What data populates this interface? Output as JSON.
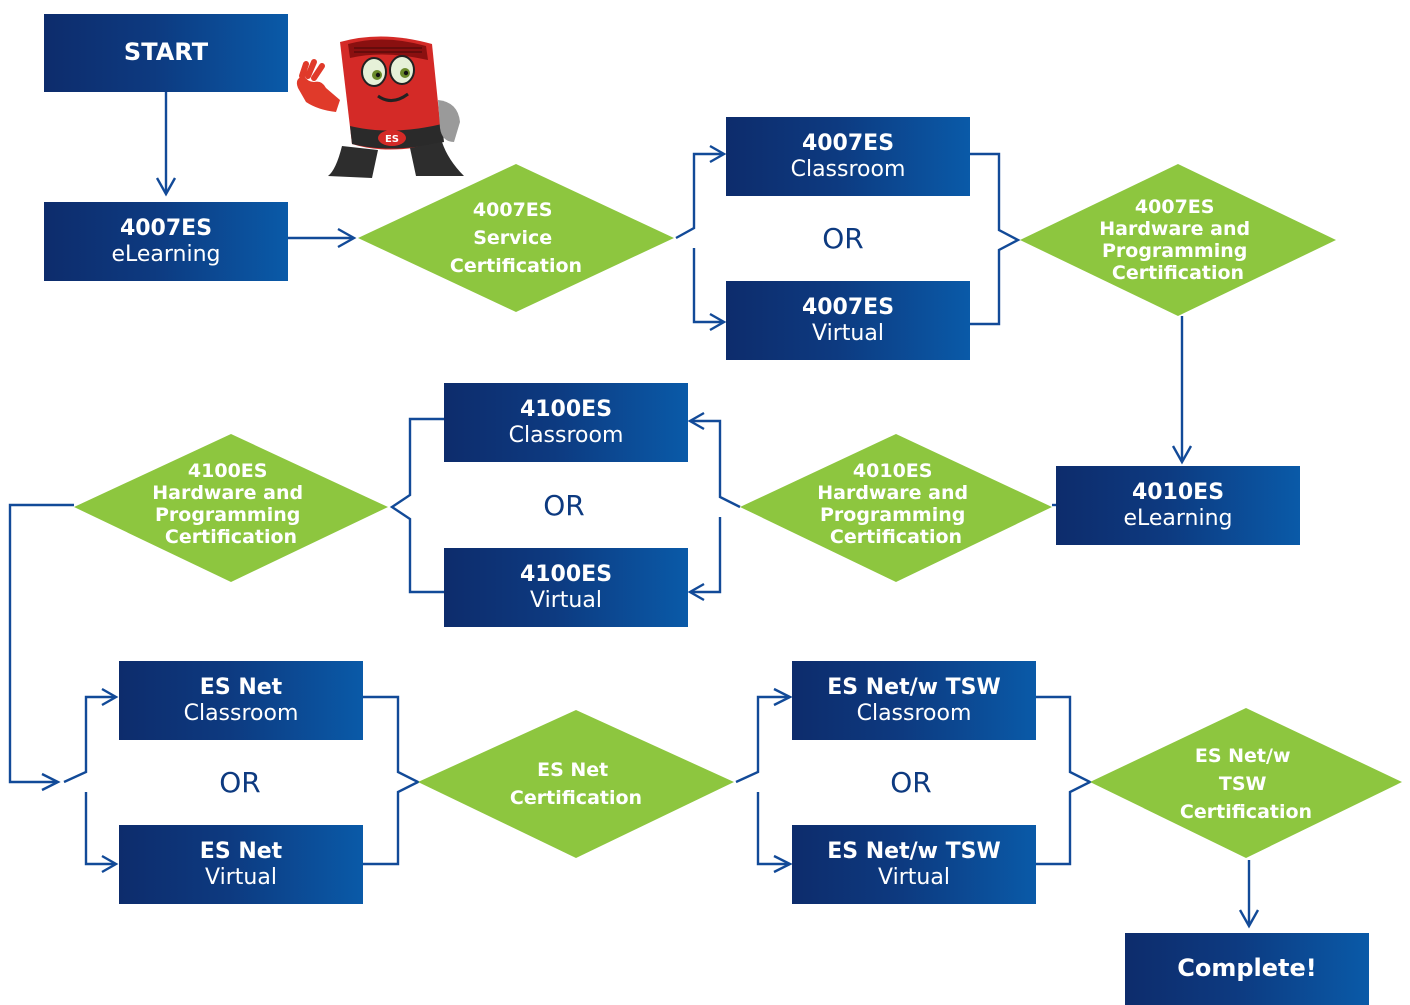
{
  "start": {
    "title": "START"
  },
  "box_4007es_elearning": {
    "title": "4007ES",
    "subtitle": "eLearning"
  },
  "box_4007es_classroom": {
    "title": "4007ES",
    "subtitle": "Classroom"
  },
  "box_4007es_virtual": {
    "title": "4007ES",
    "subtitle": "Virtual"
  },
  "box_4010es_elearning": {
    "title": "4010ES",
    "subtitle": "eLearning"
  },
  "box_4100es_classroom": {
    "title": "4100ES",
    "subtitle": "Classroom"
  },
  "box_4100es_virtual": {
    "title": "4100ES",
    "subtitle": "Virtual"
  },
  "box_esnet_classroom": {
    "title": "ES Net",
    "subtitle": "Classroom"
  },
  "box_esnet_virtual": {
    "title": "ES Net",
    "subtitle": "Virtual"
  },
  "box_esnettsw_classroom": {
    "title": "ES Net/w TSW",
    "subtitle": "Classroom"
  },
  "box_esnettsw_virtual": {
    "title": "ES Net/w TSW",
    "subtitle": "Virtual"
  },
  "complete": {
    "title": "Complete!"
  },
  "diamonds": {
    "cert_4007es_service": [
      "4007ES",
      "Service",
      "Certification"
    ],
    "cert_4007es_hw": [
      "4007ES",
      "Hardware and",
      "Programming",
      "Certification"
    ],
    "cert_4010es_hw": [
      "4010ES",
      "Hardware and",
      "Programming",
      "Certification"
    ],
    "cert_4100es_hw": [
      "4100ES",
      "Hardware and",
      "Programming",
      "Certification"
    ],
    "cert_esnet": [
      "ES Net",
      "Certification"
    ],
    "cert_esnettsw": [
      "ES Net/w",
      "TSW",
      "Certification"
    ]
  },
  "or_label": "OR",
  "mascot": {
    "badge": "ES"
  },
  "colors": {
    "box_dark": "#0d2c6c",
    "box_light": "#0a5aa8",
    "diamond": "#8dc63f",
    "connector": "#124a98",
    "mascot_body": "#d42a27"
  }
}
